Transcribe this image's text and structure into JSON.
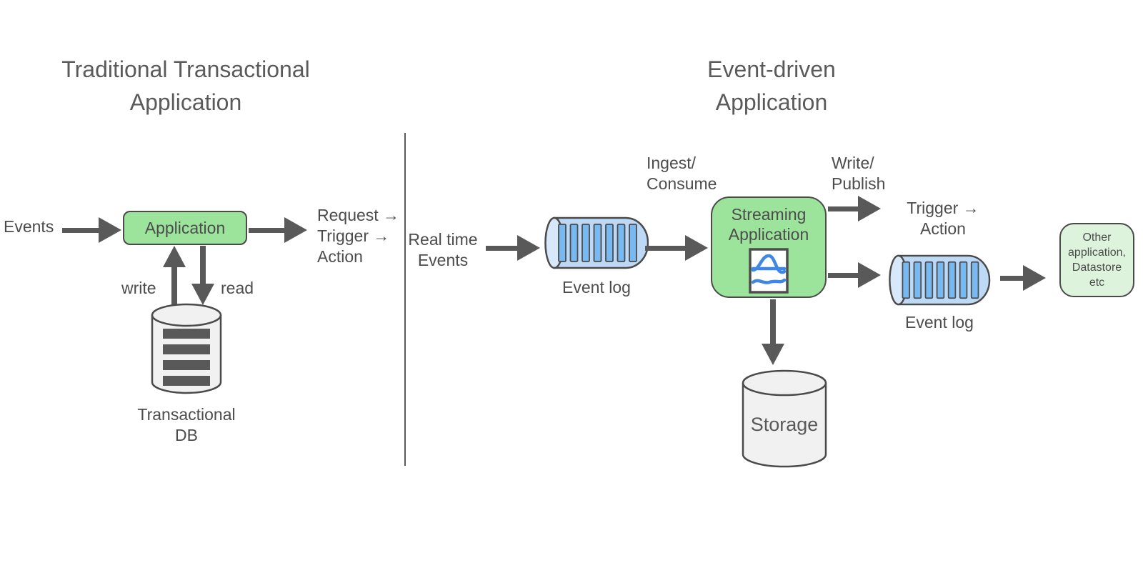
{
  "titles": {
    "left": "Traditional Transactional\nApplication",
    "right": "Event-driven\nApplication"
  },
  "left_diagram": {
    "events_label": "Events",
    "application_box_label": "Application",
    "request_label": "Request →\nTrigger →\nAction",
    "write_label": "write",
    "read_label": "read",
    "db_label": "Transactional\nDB"
  },
  "right_diagram": {
    "realtime_label": "Real time\nEvents",
    "event_log_1_label": "Event log",
    "ingest_label": "Ingest/\nConsume",
    "streaming_box_label": "Streaming\nApplication",
    "write_publish_label": "Write/\nPublish",
    "trigger_label": "Trigger →\nAction",
    "event_log_2_label": "Event log",
    "other_box_label": "Other\napplication,\nDatastore\netc",
    "storage_label": "Storage"
  },
  "icons": {
    "streaming_chart_icon": "stream-graph",
    "event_log_icon": "horizontal-log-cylinder",
    "database_icon": "database-cylinder",
    "storage_icon": "storage-cylinder"
  },
  "colors": {
    "app_green": "#9CE49B",
    "light_green": "#DDF3DC",
    "log_body_blue": "#BED9F5",
    "log_cap_blue": "#D6E8FA",
    "log_slat_blue": "#78B9F2",
    "icon_blue": "#3F87E5",
    "cylinder_gray": "#F1F1F1",
    "stroke_gray": "#4a4a4a",
    "arrow_gray": "#595959",
    "text_gray": "#4c4c4c"
  }
}
